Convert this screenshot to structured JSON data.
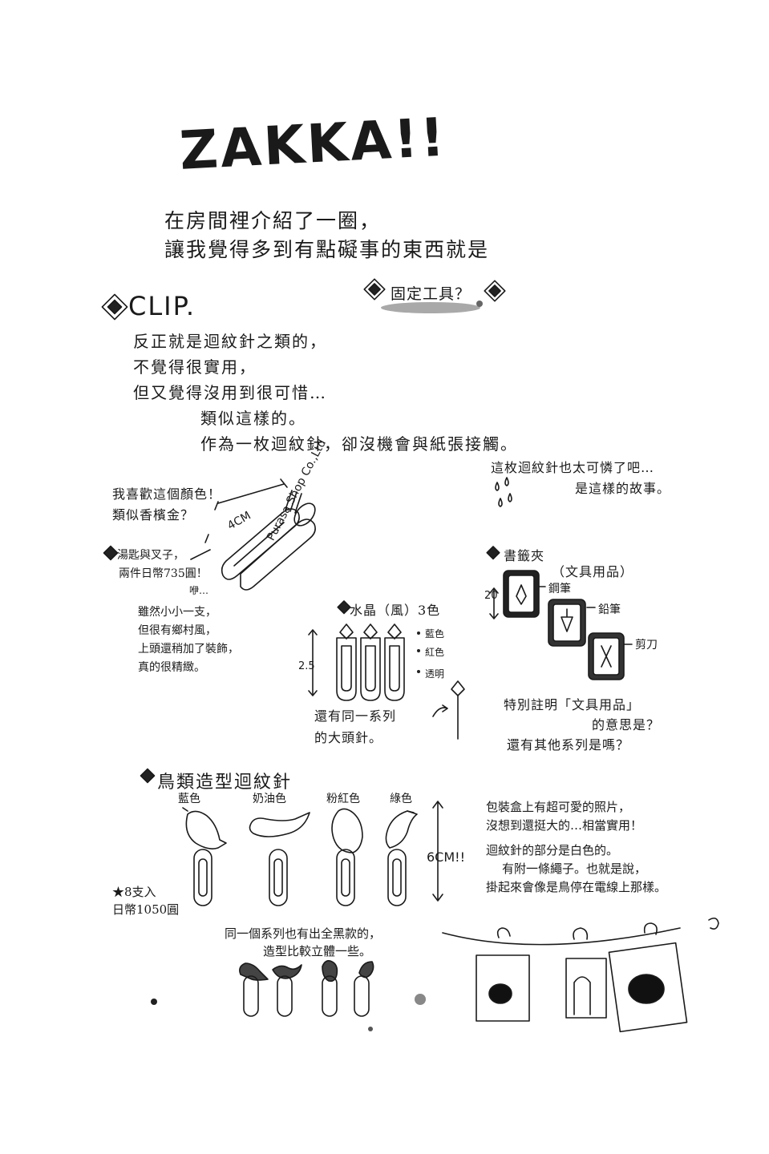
{
  "title": "ZAKKA!!",
  "intro": [
    "在房間裡介紹了一圈，",
    "讓我覺得多到有點礙事的東西就是"
  ],
  "fixing_tools": "固定工具？",
  "clip_heading": "CLIP.",
  "clip_text": [
    "反正就是迴紋針之類的，",
    "不覺得很實用，",
    "但又覺得沒用到很可惜…",
    "類似這樣的。",
    "作為一枚迴紋針，卻沒機會與紙張接觸。"
  ],
  "pity_note": [
    "這枚迴紋針也太可憐了吧…",
    "是這樣的故事。"
  ],
  "color_note": [
    "我喜歡這個顏色！",
    "類似香檳金？"
  ],
  "spoon_fork": {
    "size": "4CM",
    "brand": "Purasa Shop Co.,Ltd",
    "label": "湯匙與叉子，",
    "price": "兩件日幣735圓！",
    "sigh": "咿…",
    "desc": [
      "雖然小小一支，",
      "但很有鄉村風，",
      "上頭還稍加了裝飾，",
      "真的很精緻。"
    ]
  },
  "crystal": {
    "title": "水晶（風）3色",
    "colors": [
      "藍色",
      "紅色",
      "透明"
    ],
    "size": "2.5",
    "note": [
      "還有同一系列",
      "的大頭針。"
    ]
  },
  "bookmark": {
    "title": "書籤夾",
    "subtitle": "（文具用品）",
    "size": "20",
    "items": [
      "鋼筆",
      "鉛筆",
      "剪刀"
    ],
    "note": [
      "特別註明「文具用品」",
      "的意思是？",
      "還有其他系列是嗎？"
    ]
  },
  "birds": {
    "title": "鳥類造型迴紋針",
    "colors": [
      "藍色",
      "奶油色",
      "粉紅色",
      "綠色"
    ],
    "size": "6CM!!",
    "count": "★8支入",
    "price": "日幣1050圓",
    "note": [
      "包裝盒上有超可愛的照片，",
      "沒想到還挺大的…相當實用！",
      "迴紋針的部分是白色的。",
      "有附一條繩子。也就是說，",
      "掛起來會像是鳥停在電線上那樣。"
    ],
    "black_note": [
      "同一個系列也有出全黑款的，",
      "造型比較立體一些。"
    ]
  }
}
